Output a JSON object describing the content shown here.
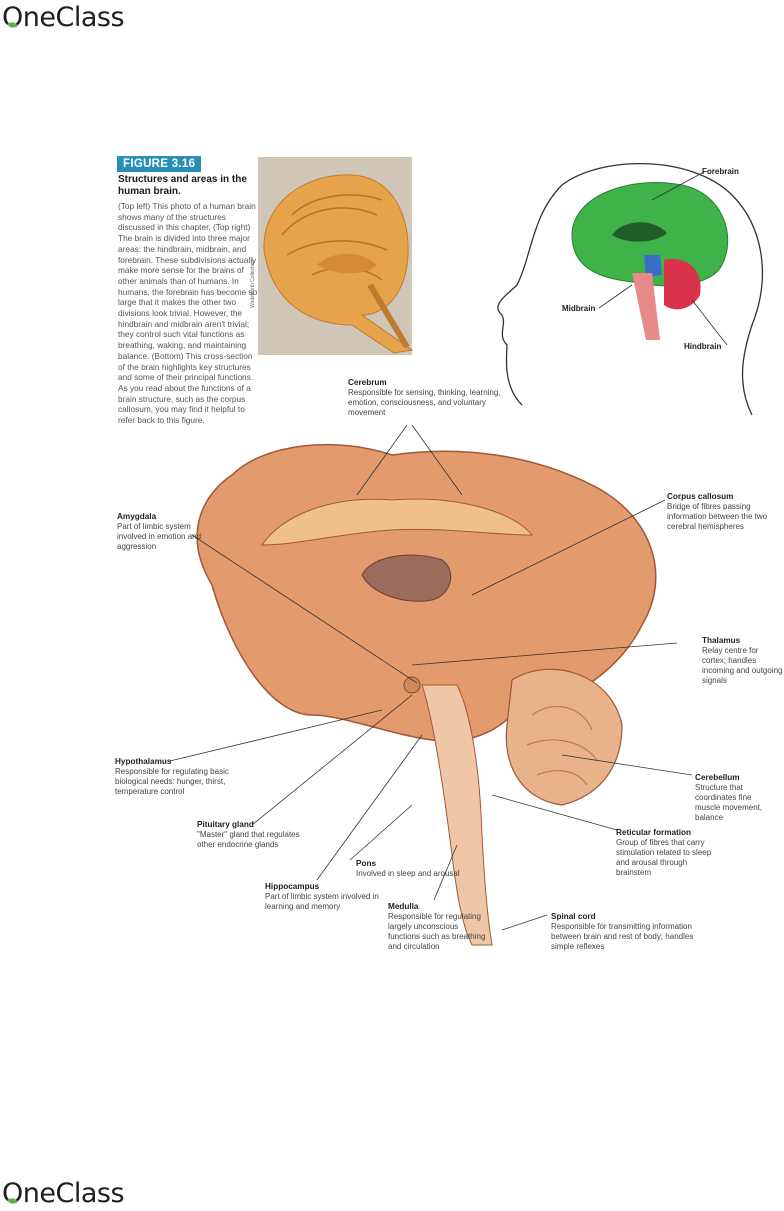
{
  "brand": {
    "logo_text": "OneClass"
  },
  "figure": {
    "badge": "FIGURE 3.16",
    "title": "Structures and areas in the human brain.",
    "caption": "(Top left) This photo of a human brain shows many of the structures discussed in this chapter. (Top right) The brain is divided into three major areas: the hindbrain, midbrain, and forebrain. These subdivisions actually make more sense for the brains of other animals than of humans. In humans, the forebrain has become so large that it makes the other two divisions look trivial. However, the hindbrain and midbrain aren't trivial; they control such vital functions as breathing, waking, and maintaining balance. (Bottom) This cross-section of the brain highlights key structures and some of their principal functions. As you read about the functions of a brain structure, such as the corpus callosum, you may find it helpful to refer back to this figure.",
    "photo_credit": "Wadsworth Collection"
  },
  "regions": {
    "forebrain": "Forebrain",
    "midbrain": "Midbrain",
    "hindbrain": "Hindbrain"
  },
  "structures": {
    "cerebrum": {
      "name": "Cerebrum",
      "desc": "Responsible for sensing, thinking, learning, emotion, consciousness, and voluntary movement"
    },
    "corpus_callosum": {
      "name": "Corpus callosum",
      "desc": "Bridge of fibres passing information between the two cerebral hemispheres"
    },
    "amygdala": {
      "name": "Amygdala",
      "desc": "Part of limbic system involved in emotion and aggression"
    },
    "thalamus": {
      "name": "Thalamus",
      "desc": "Relay centre for cortex; handles incoming and outgoing signals"
    },
    "hypothalamus": {
      "name": "Hypothalamus",
      "desc": "Responsible for regulating basic biological needs: hunger, thirst, temperature control"
    },
    "cerebellum": {
      "name": "Cerebellum",
      "desc": "Structure that coordinates fine muscle movement, balance"
    },
    "pituitary": {
      "name": "Pituitary gland",
      "desc": "\"Master\" gland that regulates other endocrine glands"
    },
    "reticular": {
      "name": "Reticular formation",
      "desc": "Group of fibres that carry stimulation related to sleep and arousal through brainstem"
    },
    "pons": {
      "name": "Pons",
      "desc": "Involved in sleep and arousal"
    },
    "hippocampus": {
      "name": "Hippocampus",
      "desc": "Part of limbic system involved in learning and memory"
    },
    "medulla": {
      "name": "Medulla",
      "desc": "Responsible for regulating largely unconscious functions such as breathing and circulation"
    },
    "spinal_cord": {
      "name": "Spinal cord",
      "desc": "Responsible for transmitting information between brain and rest of body; handles simple reflexes"
    }
  },
  "colors": {
    "badge": "#2a8fb8",
    "forebrain": "#3fb24a",
    "midbrain": "#3a6fc9",
    "hindbrain": "#d8334a",
    "cortex": "#e39a6d",
    "photo": "#e7a24c"
  }
}
